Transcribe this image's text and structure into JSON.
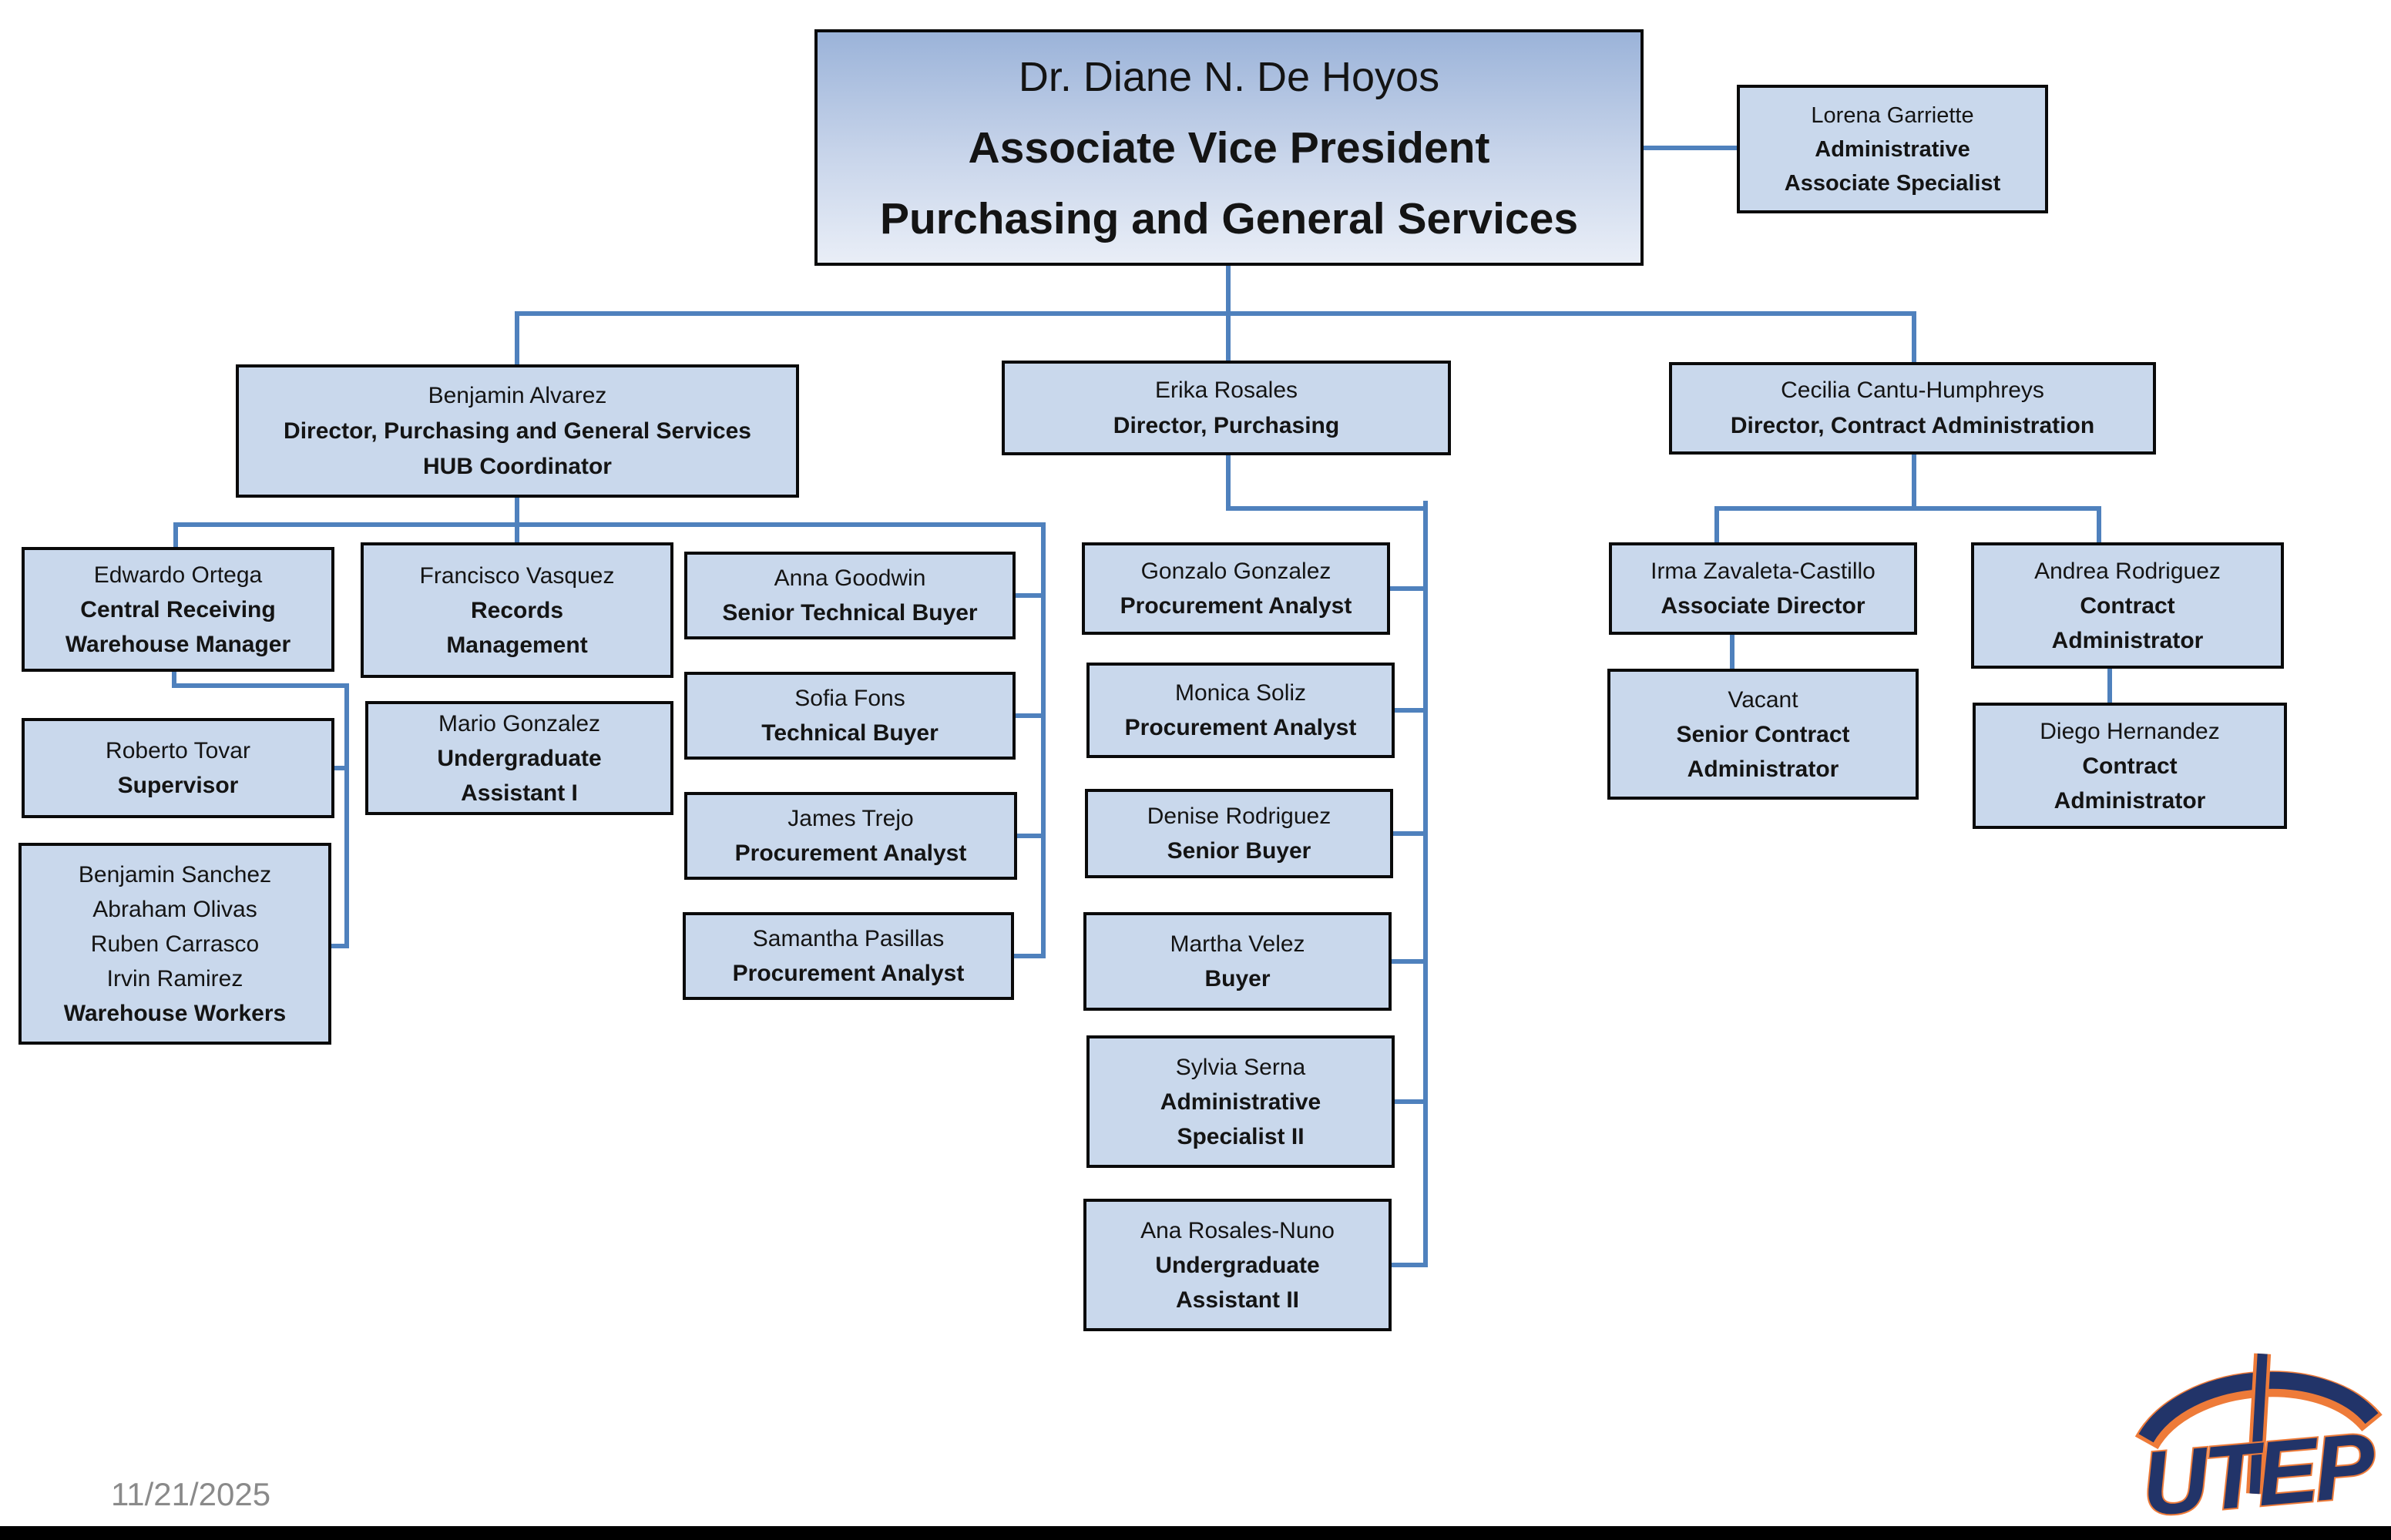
{
  "slide": {
    "department": "Purchasing and General Services",
    "footer": {
      "date": "11/21/2025"
    },
    "logo": {
      "text": "UTEP"
    },
    "colors": {
      "box_fill": "#c9d8ec",
      "box_border": "#0a0a0a",
      "connector": "#4f81bd",
      "root_gradient_top": "#9bb3d9",
      "root_gradient_bottom": "#e9eef7",
      "date_text": "#8a8a8a",
      "logo_navy": "#223469",
      "logo_orange": "#ee7b39",
      "bottom_bar": "#000000"
    }
  },
  "boxes": {
    "avp": {
      "lines": [
        {
          "text": "Dr. Diane N. De Hoyos",
          "bold": false
        },
        {
          "text": "Associate Vice President",
          "bold": true
        },
        {
          "text": "Purchasing and General Services",
          "bold": true
        }
      ]
    },
    "lorena": {
      "lines": [
        {
          "text": "Lorena Garriette",
          "bold": false
        },
        {
          "text": "Administrative",
          "bold": true
        },
        {
          "text": "Associate Specialist",
          "bold": true
        }
      ]
    },
    "benjamin": {
      "lines": [
        {
          "text": "Benjamin Alvarez",
          "bold": false
        },
        {
          "text": "Director, Purchasing and General Services",
          "bold": true
        },
        {
          "text": "HUB Coordinator",
          "bold": true
        }
      ]
    },
    "erika": {
      "lines": [
        {
          "text": "Erika Rosales",
          "bold": false
        },
        {
          "text": "Director, Purchasing",
          "bold": true
        }
      ]
    },
    "cecilia": {
      "lines": [
        {
          "text": "Cecilia Cantu-Humphreys",
          "bold": false
        },
        {
          "text": "Director, Contract Administration",
          "bold": true
        }
      ]
    },
    "ortega": {
      "lines": [
        {
          "text": "Edwardo Ortega",
          "bold": false
        },
        {
          "text": "Central Receiving",
          "bold": true
        },
        {
          "text": "Warehouse Manager",
          "bold": true
        }
      ]
    },
    "tovar": {
      "lines": [
        {
          "text": "Roberto Tovar",
          "bold": false
        },
        {
          "text": "Supervisor",
          "bold": true
        }
      ]
    },
    "warehouse": {
      "lines": [
        {
          "text": "Benjamin Sanchez",
          "bold": false
        },
        {
          "text": "Abraham Olivas",
          "bold": false
        },
        {
          "text": "Ruben Carrasco",
          "bold": false
        },
        {
          "text": "Irvin Ramirez",
          "bold": false
        },
        {
          "text": "Warehouse Workers",
          "bold": true
        }
      ]
    },
    "francisco": {
      "lines": [
        {
          "text": "Francisco Vasquez",
          "bold": false
        },
        {
          "text": "Records",
          "bold": true
        },
        {
          "text": "Management",
          "bold": true
        }
      ]
    },
    "mario": {
      "lines": [
        {
          "text": "Mario Gonzalez",
          "bold": false
        },
        {
          "text": "Undergraduate",
          "bold": true
        },
        {
          "text": "Assistant I",
          "bold": true
        }
      ]
    },
    "anna": {
      "lines": [
        {
          "text": "Anna Goodwin",
          "bold": false
        },
        {
          "text": "Senior Technical Buyer",
          "bold": true
        }
      ]
    },
    "sofia": {
      "lines": [
        {
          "text": "Sofia Fons",
          "bold": false
        },
        {
          "text": "Technical Buyer",
          "bold": true
        }
      ]
    },
    "james": {
      "lines": [
        {
          "text": "James Trejo",
          "bold": false
        },
        {
          "text": "Procurement Analyst",
          "bold": true
        }
      ]
    },
    "samantha": {
      "lines": [
        {
          "text": "Samantha Pasillas",
          "bold": false
        },
        {
          "text": "Procurement Analyst",
          "bold": true
        }
      ]
    },
    "gonzalo": {
      "lines": [
        {
          "text": "Gonzalo Gonzalez",
          "bold": false
        },
        {
          "text": "Procurement Analyst",
          "bold": true
        }
      ]
    },
    "monica": {
      "lines": [
        {
          "text": "Monica Soliz",
          "bold": false
        },
        {
          "text": "Procurement Analyst",
          "bold": true
        }
      ]
    },
    "denise": {
      "lines": [
        {
          "text": "Denise Rodriguez",
          "bold": false
        },
        {
          "text": "Senior Buyer",
          "bold": true
        }
      ]
    },
    "martha": {
      "lines": [
        {
          "text": "Martha Velez",
          "bold": false
        },
        {
          "text": "Buyer",
          "bold": true
        }
      ]
    },
    "sylvia": {
      "lines": [
        {
          "text": "Sylvia Serna",
          "bold": false
        },
        {
          "text": "Administrative",
          "bold": true
        },
        {
          "text": "Specialist II",
          "bold": true
        }
      ]
    },
    "ana": {
      "lines": [
        {
          "text": "Ana Rosales-Nuno",
          "bold": false
        },
        {
          "text": "Undergraduate",
          "bold": true
        },
        {
          "text": "Assistant II",
          "bold": true
        }
      ]
    },
    "irma": {
      "lines": [
        {
          "text": "Irma Zavaleta-Castillo",
          "bold": false
        },
        {
          "text": "Associate Director",
          "bold": true
        }
      ]
    },
    "vacant": {
      "lines": [
        {
          "text": "Vacant",
          "bold": false
        },
        {
          "text": "Senior Contract",
          "bold": true
        },
        {
          "text": "Administrator",
          "bold": true
        }
      ]
    },
    "andrea": {
      "lines": [
        {
          "text": "Andrea Rodriguez",
          "bold": false
        },
        {
          "text": "Contract",
          "bold": true
        },
        {
          "text": "Administrator",
          "bold": true
        }
      ]
    },
    "diego": {
      "lines": [
        {
          "text": "Diego Hernandez",
          "bold": false
        },
        {
          "text": "Contract",
          "bold": true
        },
        {
          "text": "Administrator",
          "bold": true
        }
      ]
    }
  }
}
